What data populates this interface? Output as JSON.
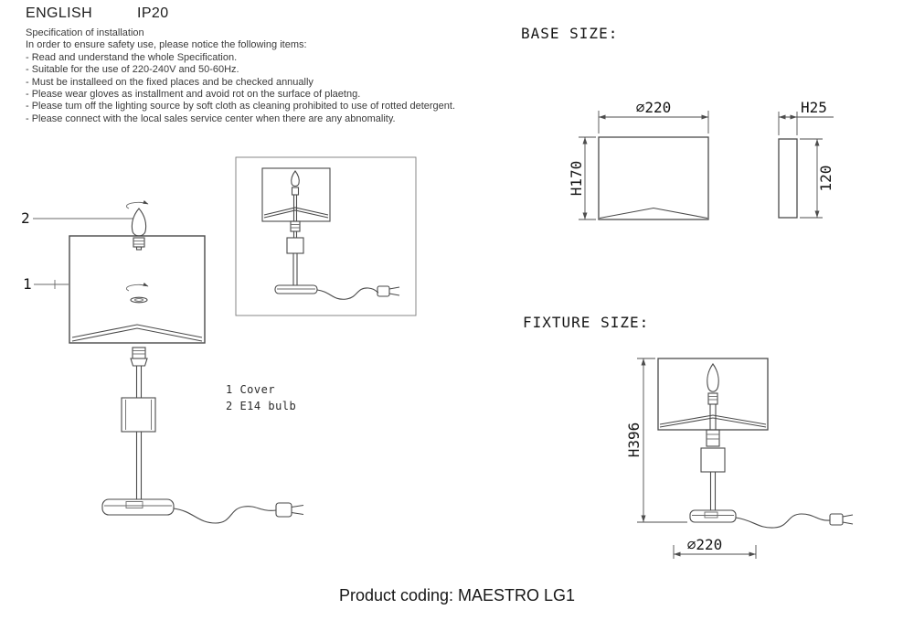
{
  "header": {
    "language": "ENGLISH",
    "ip_rating": "IP20"
  },
  "spec": {
    "title": "Specification of installation",
    "intro": "In order to ensure safety use, please notice the following items:",
    "items": [
      "- Read and understand the whole Specification.",
      "- Suitable for the use of 220-240V and 50-60Hz.",
      "- Must be installeed on the fixed places and be checked annually",
      "- Please wear gloves as installment and avoid rot on the surface of plaetng.",
      "- Please tum off the lighting source by soft cloth as cleaning prohibited to use of rotted detergent.",
      "- Please connect with the local sales service center when there are any abnomality."
    ]
  },
  "assembly": {
    "callout_cover": "1",
    "callout_bulb": "2",
    "legend_cover": "1 Cover",
    "legend_bulb": "2 E14 bulb"
  },
  "base_size": {
    "title": "BASE SIZE:",
    "front_diameter": "⌀220",
    "front_height": "H170",
    "side_depth": "H25",
    "side_height": "120"
  },
  "fixture_size": {
    "title": "FIXTURE SIZE:",
    "height": "H396",
    "base_diameter": "⌀220"
  },
  "footer": {
    "product_coding": "Product coding: MAESTRO LG1"
  },
  "colors": {
    "line": "#4a4a4a",
    "text": "#1a1a1a",
    "background": "#ffffff"
  }
}
